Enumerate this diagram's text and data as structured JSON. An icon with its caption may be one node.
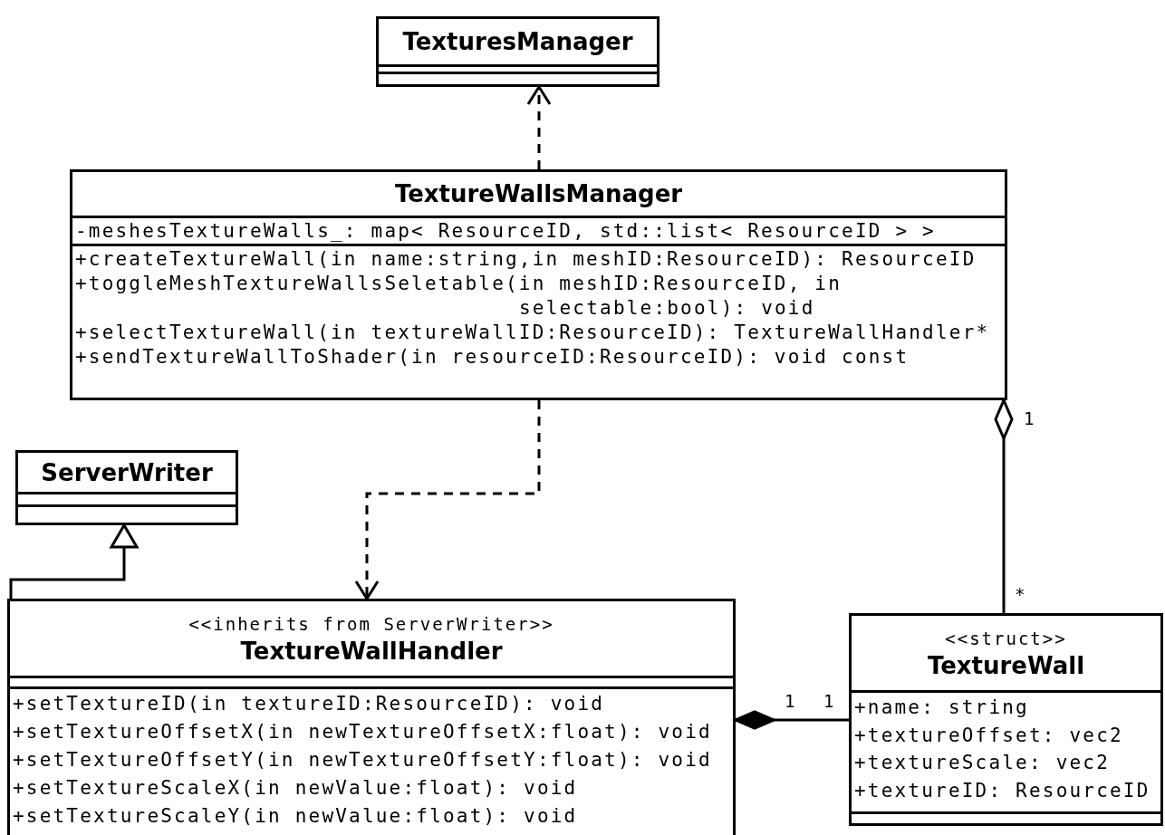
{
  "diagram": {
    "nodes": [
      {
        "text": [
          "TexturesManager"
        ]
      },
      {
        "text": [
          "TextureWallsManager",
          "-meshesTextureWalls_: map< ResourceID, std::list< ResourceID > >",
          "+createTextureWall(in name:string,in meshID:ResourceID): ResourceID",
          "+toggleMeshTextureWallsSeletable(in meshID:ResourceID, in selectable:bool): void",
          "+selectTextureWall(in textureWallID:ResourceID): TextureWallHandler*",
          "+sendTextureWallToShader(in resourceID:ResourceID): void const"
        ]
      },
      {
        "text": [
          "ServerWriter"
        ]
      },
      {
        "text": [
          "<<inherits from ServerWriter>>",
          "TextureWallHandler",
          "+setTextureID(in textureID:ResourceID): void",
          "+setTextureOffsetX(in newTextureOffsetX:float): void",
          "+setTextureOffsetY(in newTextureOffsetY:float): void",
          "+setTextureScaleX(in newValue:float): void",
          "+setTextureScaleY(in newValue:float): void"
        ]
      },
      {
        "text": [
          "<<struct>>",
          "TextureWall",
          "+name: string",
          "+textureOffset: vec2",
          "+textureScale: vec2",
          "+textureID: ResourceID"
        ]
      }
    ],
    "edges": [
      {
        "from": 1,
        "to": 0,
        "arrow": "to",
        "style": "dashed"
      },
      {
        "from": 1,
        "to": 3,
        "arrow": "to",
        "style": "dashed"
      },
      {
        "from": 3,
        "to": 2,
        "arrow": "to"
      },
      {
        "from": 1,
        "to": 4,
        "arrow": "other"
      },
      {
        "from": 3,
        "to": 4,
        "arrow": "other"
      }
    ],
    "labels": [
      "1",
      "*",
      "1",
      "1"
    ]
  }
}
